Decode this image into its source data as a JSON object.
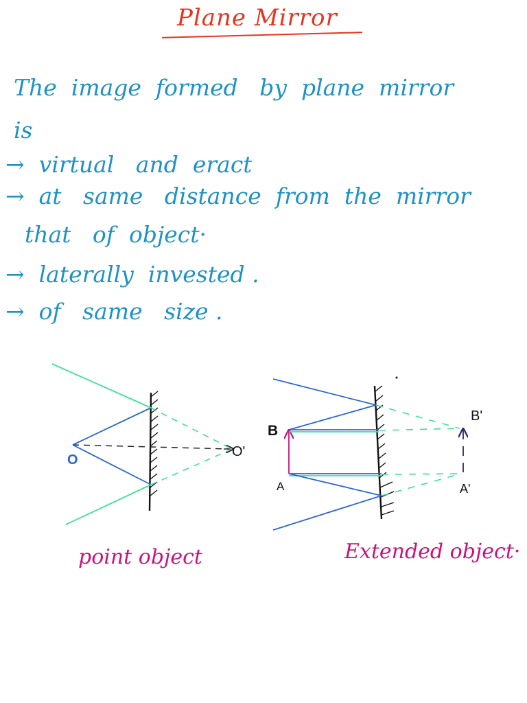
{
  "title": "Plane Mirror",
  "notes": {
    "line1": "The  image  formed   by  plane  mirror",
    "line2": "is",
    "line3": "→  virtual   and  eract",
    "line4": "→  at   same   distance  from  the  mirror",
    "line5": "that   of  object·",
    "line6": "→  laterally  invested .",
    "line7": "→  of   same   size ."
  },
  "diagram_point": {
    "object_label": "O",
    "image_label": "O'",
    "caption": "point object"
  },
  "diagram_extended": {
    "label_A": "A",
    "label_B": "B",
    "label_A_image": "A'",
    "label_B_image": "B'",
    "caption": "Extended object·"
  },
  "colors": {
    "title": "#e8331e",
    "text": "#1e92c4",
    "incident_ray": "#2a66d6",
    "reflected_ray": "#3ee09a",
    "caption": "#c8147a",
    "object_arrow": "#c8147a",
    "image_arrow": "#2a2a6a"
  }
}
